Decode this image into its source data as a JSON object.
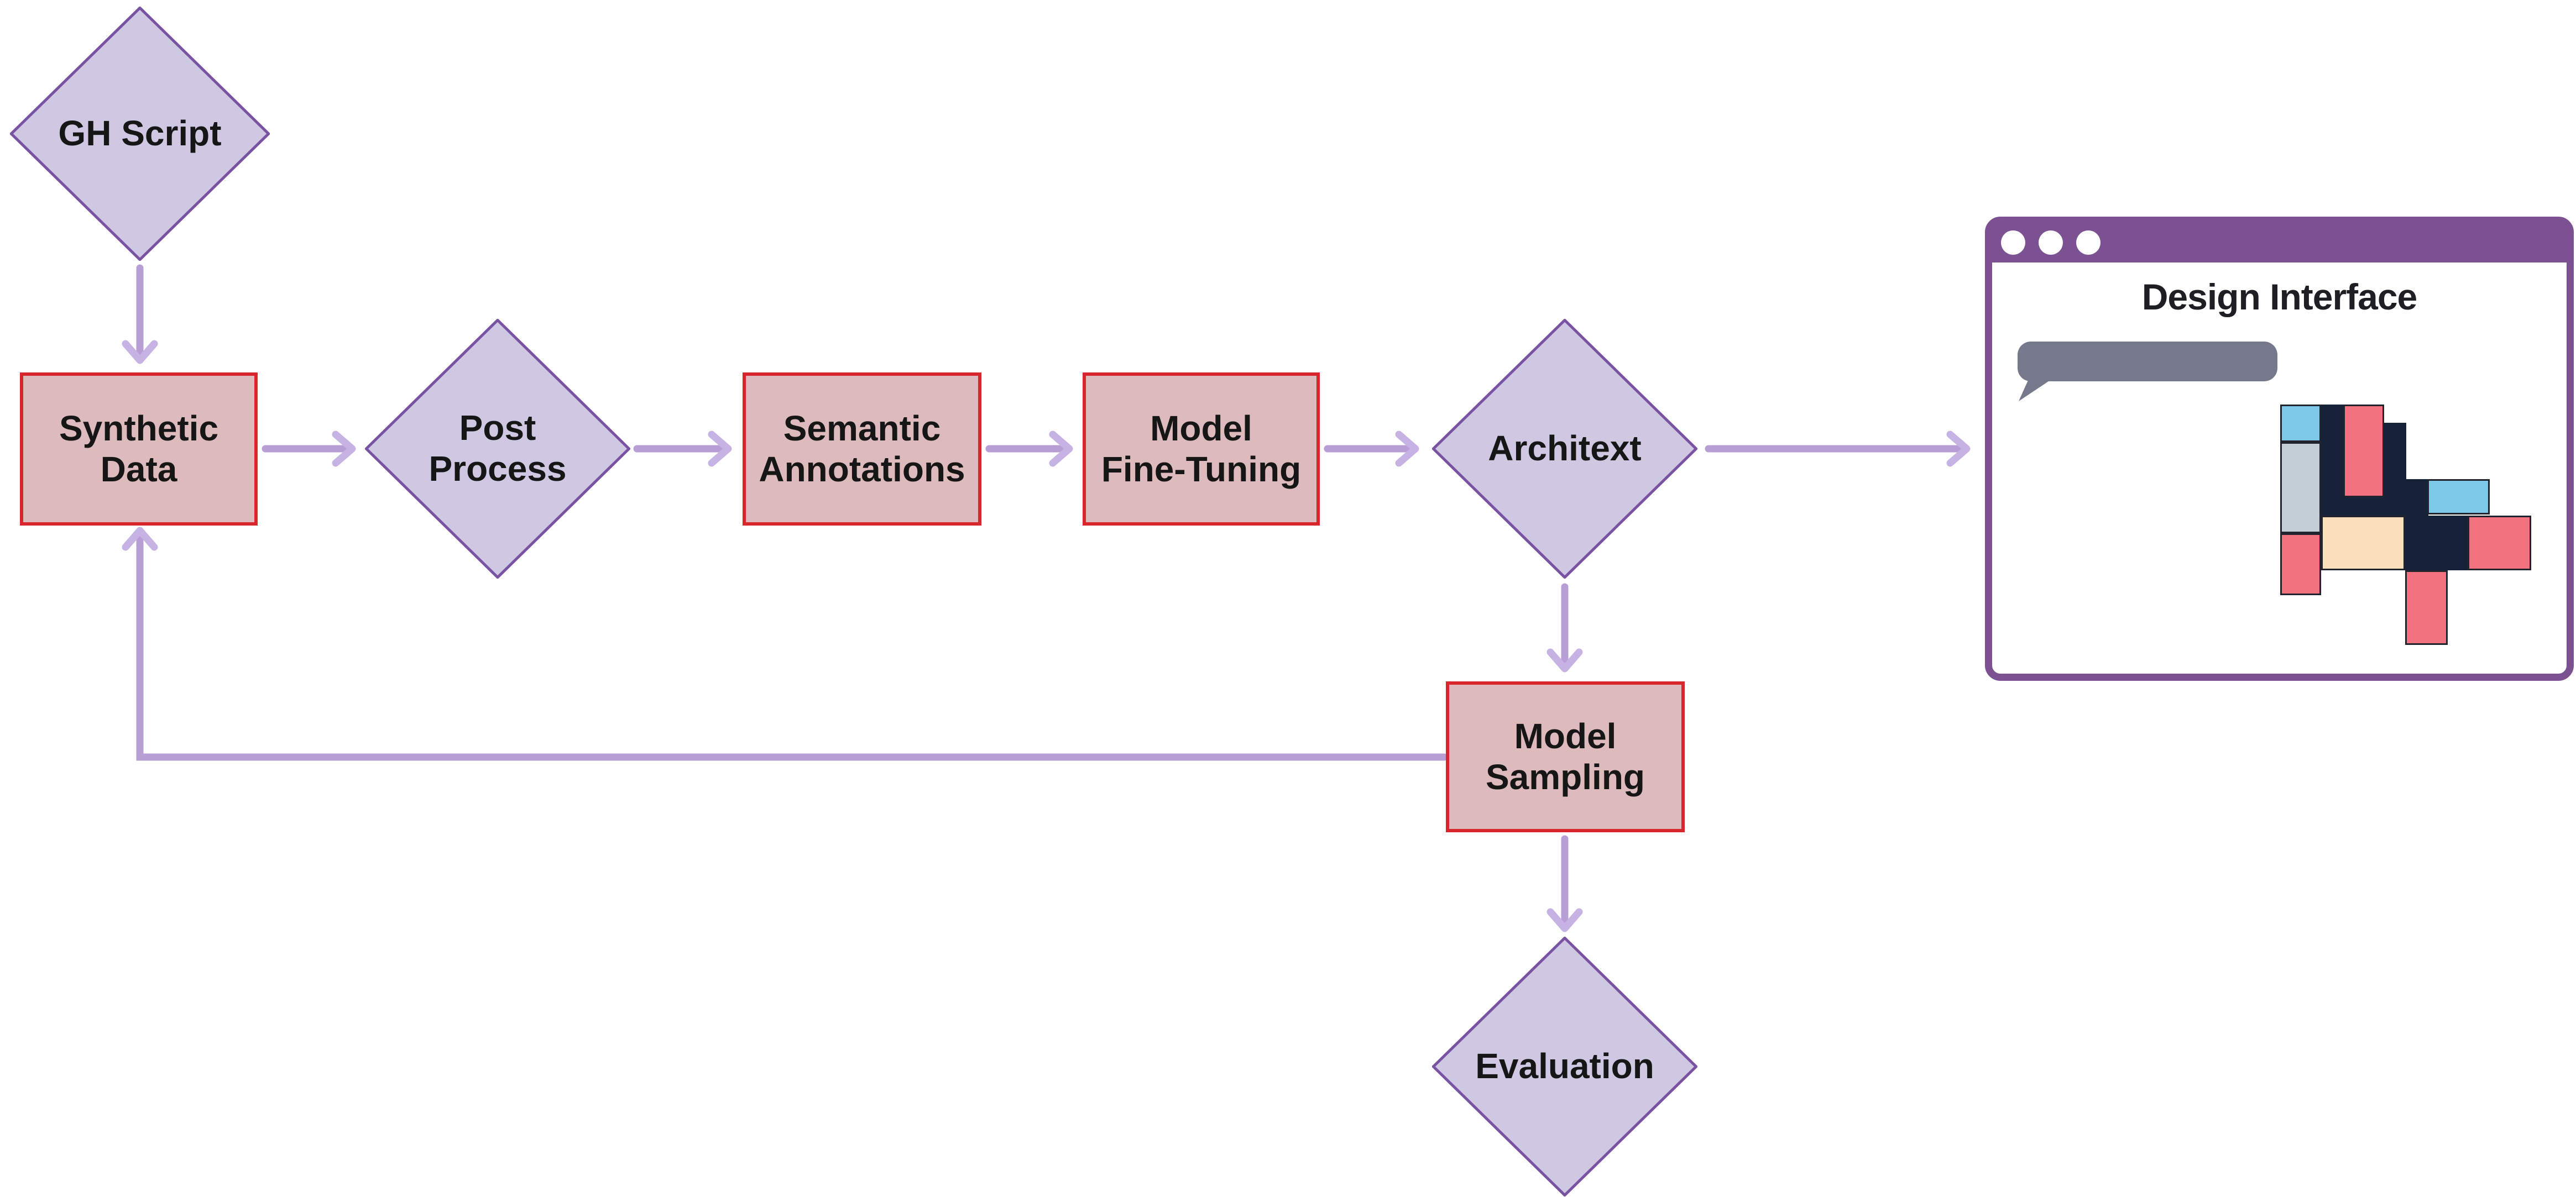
{
  "diagram": {
    "nodes": {
      "gh_script": {
        "label": "GH Script",
        "shape": "diamond"
      },
      "synthetic_data": {
        "label": "Synthetic\nData",
        "shape": "rectangle"
      },
      "post_process": {
        "label": "Post\nProcess",
        "shape": "diamond"
      },
      "semantic_annotations": {
        "label": "Semantic\nAnnotations",
        "shape": "rectangle"
      },
      "model_fine_tuning": {
        "label": "Model\nFine-Tuning",
        "shape": "rectangle"
      },
      "architext": {
        "label": "Architext",
        "shape": "diamond"
      },
      "model_sampling": {
        "label": "Model\nSampling",
        "shape": "rectangle"
      },
      "evaluation": {
        "label": "Evaluation",
        "shape": "diamond"
      }
    },
    "edges": [
      {
        "from": "gh_script",
        "to": "synthetic_data"
      },
      {
        "from": "synthetic_data",
        "to": "post_process"
      },
      {
        "from": "post_process",
        "to": "semantic_annotations"
      },
      {
        "from": "semantic_annotations",
        "to": "model_fine_tuning"
      },
      {
        "from": "model_fine_tuning",
        "to": "architext"
      },
      {
        "from": "architext",
        "to": "design_interface_window"
      },
      {
        "from": "architext",
        "to": "model_sampling"
      },
      {
        "from": "model_sampling",
        "to": "evaluation"
      },
      {
        "from": "model_sampling",
        "to": "synthetic_data",
        "note": "feedback loop"
      }
    ],
    "window": {
      "title": "Design Interface",
      "traffic_dot_count": 3,
      "elements": [
        "speech-bubble",
        "floor-plan-figure"
      ]
    },
    "floor_plan_blocks": [
      {
        "id": "lightblue-top-left",
        "color_role": "lightblue"
      },
      {
        "id": "gray-column",
        "color_role": "gray"
      },
      {
        "id": "salmon-left",
        "color_role": "salmon"
      },
      {
        "id": "navy-core",
        "color_role": "navy"
      },
      {
        "id": "salmon-tall",
        "color_role": "salmon"
      },
      {
        "id": "lightblue-right",
        "color_role": "lightblue"
      },
      {
        "id": "cream-room",
        "color_role": "cream"
      },
      {
        "id": "salmon-right",
        "color_role": "salmon"
      },
      {
        "id": "salmon-bottom",
        "color_role": "salmon"
      }
    ],
    "colors": {
      "text": "#161616",
      "diamondFill": "#cec8e2",
      "diamondBorder": "#7a52a2",
      "boxFill": "#ddbabb",
      "boxBorder": "#d8262c",
      "arrow": "#b79fd6",
      "arrowHead": "#c7b2e4",
      "windowPurple": "#7b5191",
      "bubbleGray": "#76788c",
      "navy": "#152238",
      "salmon": "#f2737f",
      "lightblue": "#7fc9e8",
      "gray": "#c4ced6",
      "cream": "#fadfbb"
    }
  }
}
